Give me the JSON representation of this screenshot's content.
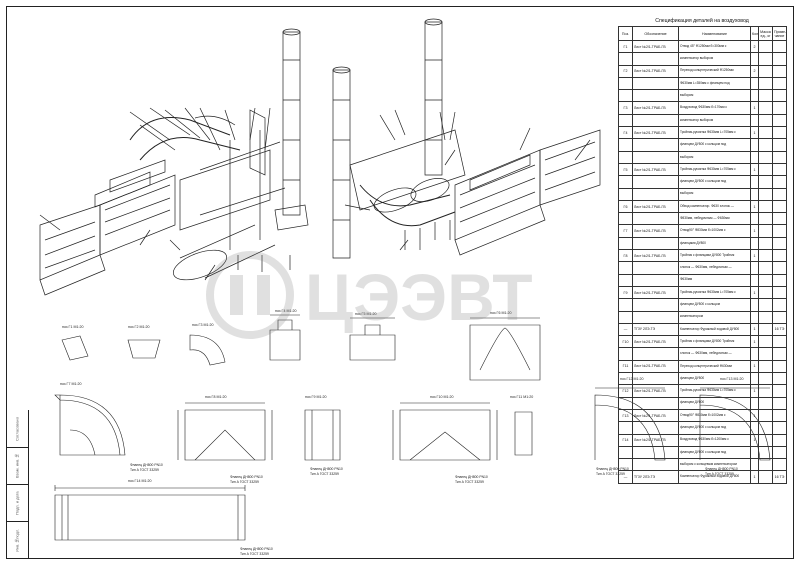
{
  "watermark": {
    "text": "ЦЭЭВТ"
  },
  "spec": {
    "title": "Спецификация деталей на воздуховод",
    "headers": [
      "Поз.",
      "Обозначение",
      "Наименование",
      "Кол.",
      "Масса ед., кг",
      "Приме-чание"
    ],
    "rows": [
      {
        "pos": "Г1",
        "desig": "Лист №2/1-ТРАБ-ГВ",
        "name": "Отвод 45° Ф1250мм б=300мм с",
        "qty": "2",
        "mass": "",
        "note": ""
      },
      {
        "pos": "",
        "desig": "",
        "name": "компенсатор выбором",
        "qty": "",
        "mass": "",
        "note": ""
      },
      {
        "pos": "Г2",
        "desig": "Лист №2/1-ТРАБ-ГВ",
        "name": "Переход концентрический Ф1250мм",
        "qty": "2",
        "mass": "",
        "note": ""
      },
      {
        "pos": "",
        "desig": "",
        "name": "Ф630мм L=350мм с фланцем под",
        "qty": "",
        "mass": "",
        "note": ""
      },
      {
        "pos": "",
        "desig": "",
        "name": "выбором",
        "qty": "",
        "mass": "",
        "note": ""
      },
      {
        "pos": "Г3",
        "desig": "Лист №2/1-ТРАБ-ГВ",
        "name": "Воздуховод Ф630мм б=170мм с",
        "qty": "1",
        "mass": "",
        "note": ""
      },
      {
        "pos": "",
        "desig": "",
        "name": "компенсатор выбором",
        "qty": "",
        "mass": "",
        "note": ""
      },
      {
        "pos": "Г4",
        "desig": "Лист №2/1-ТРАБ-ГВ",
        "name": "Тройник-рукоятка Ф630мм L=705мм с",
        "qty": "1",
        "mass": "",
        "note": ""
      },
      {
        "pos": "",
        "desig": "",
        "name": "фланцем ДУ800 с кольцом под",
        "qty": "",
        "mass": "",
        "note": ""
      },
      {
        "pos": "",
        "desig": "",
        "name": "выбором",
        "qty": "",
        "mass": "",
        "note": ""
      },
      {
        "pos": "Г5",
        "desig": "Лист №2/1-ТРАБ-ГВ",
        "name": "Тройник-рукоятка Ф630мм L=705мм с",
        "qty": "1",
        "mass": "",
        "note": ""
      },
      {
        "pos": "",
        "desig": "",
        "name": "фланцем ДУ800 с кольцом под",
        "qty": "",
        "mass": "",
        "note": ""
      },
      {
        "pos": "",
        "desig": "",
        "name": "выбором",
        "qty": "",
        "mass": "",
        "note": ""
      },
      {
        "pos": "Г6",
        "desig": "Лист №2/1-ТРАБ-ГВ",
        "name": "Обвод компенсатор. Ф630 хлопок —",
        "qty": "1",
        "mass": "",
        "note": ""
      },
      {
        "pos": "",
        "desig": "",
        "name": "Ф830мм, лебедочным — Ф630мм",
        "qty": "",
        "mass": "",
        "note": ""
      },
      {
        "pos": "Г7",
        "desig": "Лист №2/1-ТРАБ-ГВ",
        "name": "Отвод90° Ф830мм б=1002мм с",
        "qty": "1",
        "mass": "",
        "note": ""
      },
      {
        "pos": "",
        "desig": "",
        "name": "фланцами ДУ800",
        "qty": "",
        "mass": "",
        "note": ""
      },
      {
        "pos": "Г8",
        "desig": "Лист №2/1-ТРАБ-ГВ",
        "name": "Тройник с фланцами ДУ800 Тройник",
        "qty": "1",
        "mass": "",
        "note": ""
      },
      {
        "pos": "",
        "desig": "",
        "name": "хлопок — Ф630мм, лебедочным —",
        "qty": "",
        "mass": "",
        "note": ""
      },
      {
        "pos": "",
        "desig": "",
        "name": "Ф630мм",
        "qty": "",
        "mass": "",
        "note": ""
      },
      {
        "pos": "Г9",
        "desig": "Лист №2/1-ТРАБ-ГВ",
        "name": "Тройник-рукоятка Ф630мм L=705мм с",
        "qty": "1",
        "mass": "",
        "note": ""
      },
      {
        "pos": "",
        "desig": "",
        "name": "фланцем ДУ800 с кольцом",
        "qty": "",
        "mass": "",
        "note": ""
      },
      {
        "pos": "",
        "desig": "",
        "name": "компенсатором",
        "qty": "",
        "mass": "",
        "note": ""
      },
      {
        "pos": "—",
        "desig": "ТГЗУ 2ЛЭ-ТЭ",
        "name": "Компенсатор Фуражный ходовой ДУ800",
        "qty": "1",
        "mass": "",
        "note": "16 ТЭ"
      },
      {
        "pos": "Г10",
        "desig": "Лист №2/1-ТРАБ-ГВ",
        "name": "Тройник с фланцами ДУ800 Тройник",
        "qty": "1",
        "mass": "",
        "note": ""
      },
      {
        "pos": "",
        "desig": "",
        "name": "хлопок — Ф630мм, лебедочным —",
        "qty": "",
        "mass": "",
        "note": ""
      },
      {
        "pos": "Г11",
        "desig": "Лист №2/1-ТРАБ-ГВ",
        "name": "Переход концентрический Ф630мм",
        "qty": "1",
        "mass": "",
        "note": ""
      },
      {
        "pos": "",
        "desig": "",
        "name": "фланцем ДУ800",
        "qty": "",
        "mass": "",
        "note": ""
      },
      {
        "pos": "Г12",
        "desig": "Лист №2/1-ТРАБ-ГВ",
        "name": "Тройник-рукоятка Ф630мм L=705мм с",
        "qty": "1",
        "mass": "",
        "note": ""
      },
      {
        "pos": "",
        "desig": "",
        "name": "фланцем ДУ800",
        "qty": "",
        "mass": "",
        "note": ""
      },
      {
        "pos": "Г13",
        "desig": "Лист №2/1-ТРАБ-ГВ",
        "name": "Отвод90° Ф830мм б=1002мм с",
        "qty": "1",
        "mass": "",
        "note": ""
      },
      {
        "pos": "",
        "desig": "",
        "name": "фланцем ДУ800 с кольцом под",
        "qty": "",
        "mass": "",
        "note": ""
      },
      {
        "pos": "Г14",
        "desig": "Лист №2/1-ТРАБ-ГВ",
        "name": "Воздуховод Ф630мм б=1200мм с",
        "qty": "1",
        "mass": "",
        "note": ""
      },
      {
        "pos": "",
        "desig": "",
        "name": "фланцем ДУ800 с кольцом под",
        "qty": "",
        "mass": "",
        "note": ""
      },
      {
        "pos": "",
        "desig": "",
        "name": "выбором с кольцевым компенсатором",
        "qty": "",
        "mass": "",
        "note": ""
      },
      {
        "pos": "—",
        "desig": "ТГЗУ 2ЛЭ-ТЭ",
        "name": "Компенсатор Фуражный ходовой ДУ800",
        "qty": "1",
        "mass": "",
        "note": "16 ТЭ"
      }
    ]
  },
  "side_stamp": [
    "Инв.№подл.",
    "Подп. и дата",
    "Взам. инв.№",
    "Согласовано"
  ],
  "details": [
    {
      "label": "поз Г1 М1:20"
    },
    {
      "label": "поз Г2 М1:20"
    },
    {
      "label": "поз Г3 М1:20"
    },
    {
      "label": "поз Г4 М1:20"
    },
    {
      "label": "поз Г5 М1:20"
    },
    {
      "label": "поз Г6 М1:20"
    },
    {
      "label": "поз Г7 М1:20"
    },
    {
      "label": "поз Г8 М1:20"
    },
    {
      "label": "поз Г9 М1:20"
    },
    {
      "label": "поз Г10 М1:20"
    },
    {
      "label": "поз Г11 М1:20"
    },
    {
      "label": "поз Г12 М1:20"
    },
    {
      "label": "поз Г13 М1:20"
    },
    {
      "label": "поз Г14 М1:20"
    }
  ],
  "flange_note": {
    "line1": "Фланец ДН800 РN10",
    "line2": "Тип А ГОСТ 33259"
  }
}
